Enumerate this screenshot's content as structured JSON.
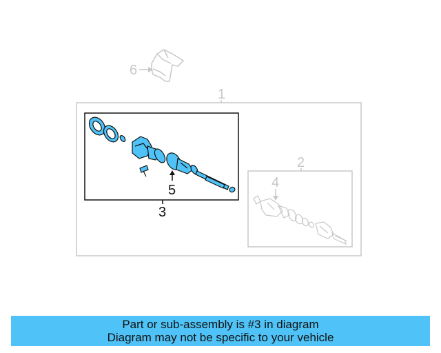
{
  "callouts": {
    "c1": "1",
    "c2": "2",
    "c3": "3",
    "c4": "4",
    "c5": "5",
    "c6": "6"
  },
  "banner": {
    "line1": "Part or sub-assembly is #3 in diagram",
    "line2": "Diagram may not be specific to your vehicle"
  },
  "colors": {
    "highlight": "#4fc3f7",
    "banner_bg": "#4fc3f7",
    "faded": "#c8c8c8",
    "dark": "#111111"
  }
}
